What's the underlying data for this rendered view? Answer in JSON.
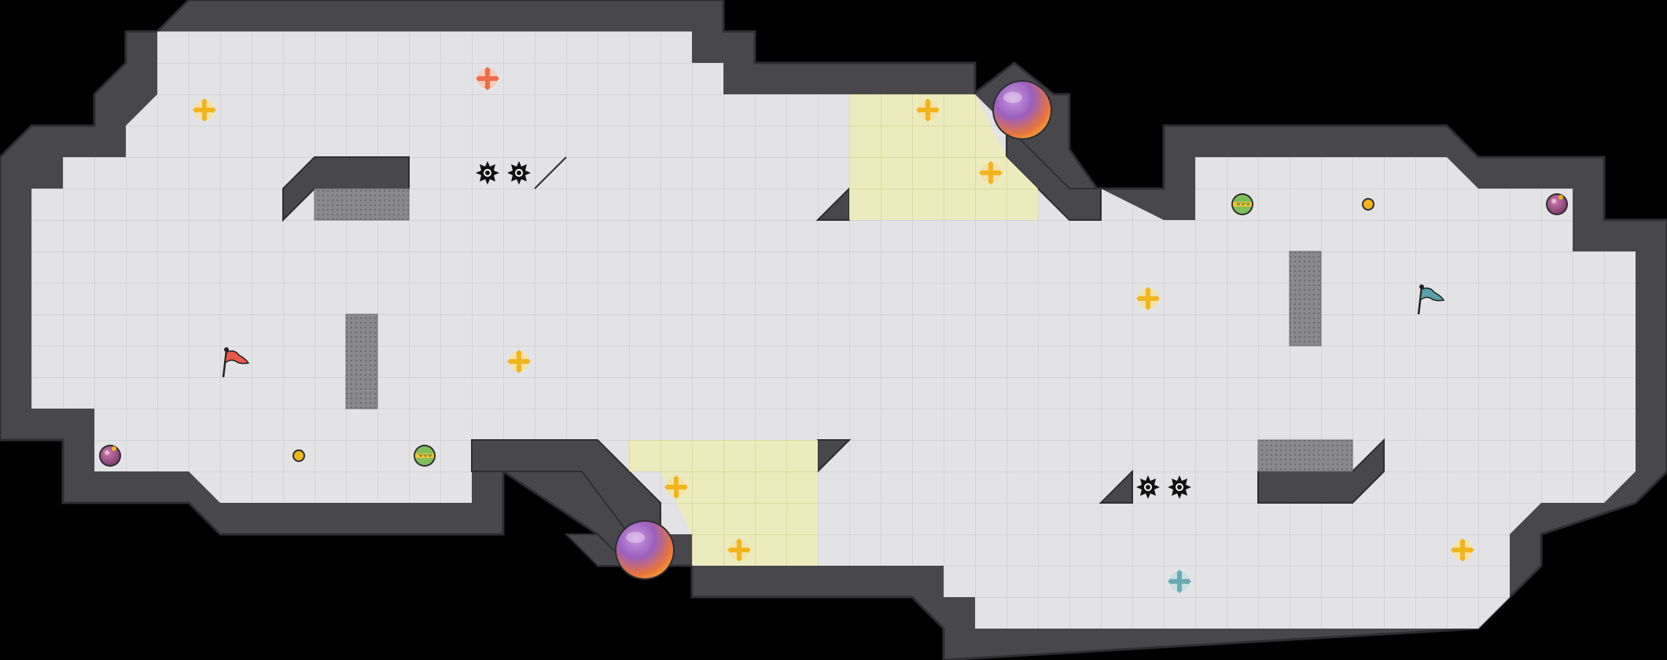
{
  "map": {
    "name": "tagpro-map",
    "colors": {
      "background": "#000000",
      "wall": "#48484c",
      "wall_edge": "#2e2e32",
      "floor": "#e3e3e6",
      "floor_line": "#cfcfd3",
      "end_zone": "#ecebbd",
      "end_zone_line": "#d6d49a",
      "gate_block": "#8a8a8e",
      "red_flag": "#e8574a",
      "blue_flag": "#5ba0aa",
      "boost_yellow": "#f2b51e",
      "boost_red": "#ef6c4a",
      "boost_blue": "#6aabb0",
      "spike": "#111111"
    },
    "flags": [
      {
        "name": "red-flag",
        "team": "red"
      },
      {
        "name": "blue-flag",
        "team": "blue"
      }
    ],
    "boosts": [
      {
        "team": "neutral",
        "color": "yellow"
      },
      {
        "team": "red",
        "color": "red"
      },
      {
        "team": "blue",
        "color": "blue"
      }
    ],
    "powerups": [
      "rolling-bomb",
      "juke-juice",
      "tagpro",
      "portal"
    ]
  }
}
